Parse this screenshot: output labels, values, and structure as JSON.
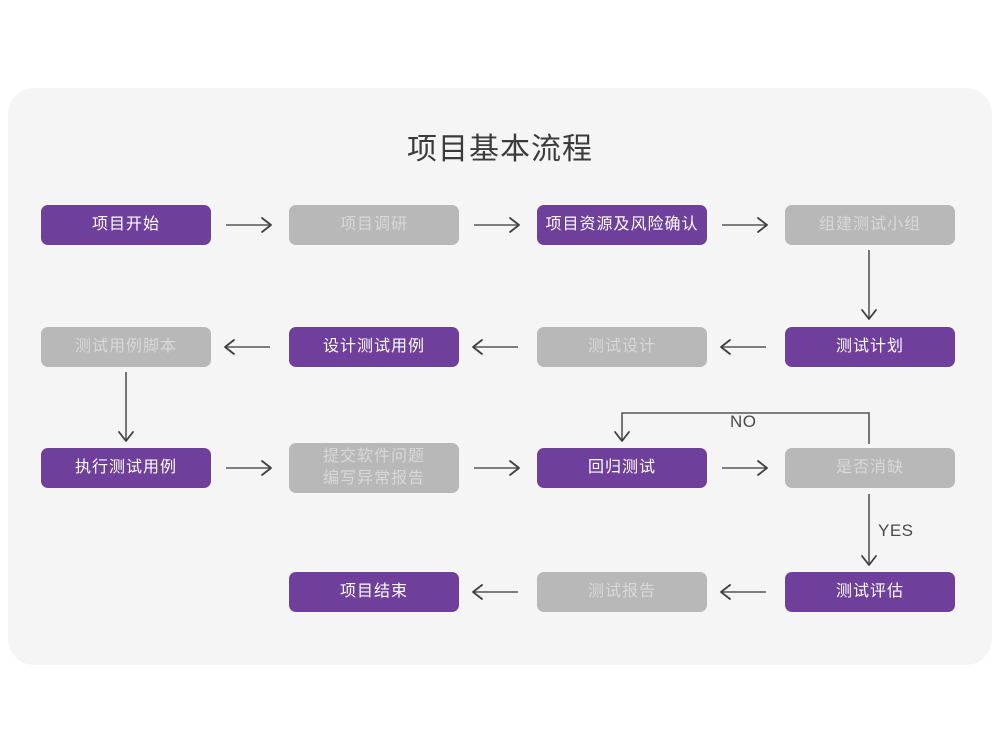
{
  "diagram": {
    "title": "项目基本流程",
    "theme": {
      "page_background": "#ffffff",
      "card_background": "#f5f5f5",
      "accent_purple": "#6f3f9c",
      "muted_gray": "#b8b8b8",
      "gray_text": "#d8d8d8",
      "purple_text": "#ffffff",
      "connector": "#575757",
      "title_color": "#3b3b3b"
    },
    "nodes": [
      {
        "id": "n1",
        "label": "项目开始",
        "style": "purple",
        "row": 1
      },
      {
        "id": "n2",
        "label": "项目调研",
        "style": "gray",
        "row": 1
      },
      {
        "id": "n3",
        "label": "项目资源及风险确认",
        "style": "purple",
        "row": 1
      },
      {
        "id": "n4",
        "label": "组建测试小组",
        "style": "gray",
        "row": 1
      },
      {
        "id": "n5",
        "label": "测试用例脚本",
        "style": "gray",
        "row": 2
      },
      {
        "id": "n6",
        "label": "设计测试用例",
        "style": "purple",
        "row": 2
      },
      {
        "id": "n7",
        "label": "测试设计",
        "style": "gray",
        "row": 2
      },
      {
        "id": "n8",
        "label": "测试计划",
        "style": "purple",
        "row": 2
      },
      {
        "id": "n9",
        "label": "执行测试用例",
        "style": "purple",
        "row": 3
      },
      {
        "id": "n10",
        "label": "提交软件问题\n编写异常报告",
        "style": "gray",
        "row": 3
      },
      {
        "id": "n11",
        "label": "回归测试",
        "style": "purple",
        "row": 3
      },
      {
        "id": "n12",
        "label": "是否消缺",
        "style": "gray",
        "row": 3
      },
      {
        "id": "n13",
        "label": "项目结束",
        "style": "purple",
        "row": 4
      },
      {
        "id": "n14",
        "label": "测试报告",
        "style": "gray",
        "row": 4
      },
      {
        "id": "n15",
        "label": "测试评估",
        "style": "purple",
        "row": 4
      }
    ],
    "edge_labels": {
      "no": "NO",
      "yes": "YES"
    },
    "edges": [
      {
        "from": "n1",
        "to": "n2",
        "dir": "right"
      },
      {
        "from": "n2",
        "to": "n3",
        "dir": "right"
      },
      {
        "from": "n3",
        "to": "n4",
        "dir": "right"
      },
      {
        "from": "n4",
        "to": "n8",
        "dir": "down"
      },
      {
        "from": "n8",
        "to": "n7",
        "dir": "left"
      },
      {
        "from": "n7",
        "to": "n6",
        "dir": "left"
      },
      {
        "from": "n6",
        "to": "n5",
        "dir": "left"
      },
      {
        "from": "n5",
        "to": "n9",
        "dir": "down"
      },
      {
        "from": "n9",
        "to": "n10",
        "dir": "right"
      },
      {
        "from": "n10",
        "to": "n11",
        "dir": "right"
      },
      {
        "from": "n11",
        "to": "n12",
        "dir": "right"
      },
      {
        "from": "n12",
        "to": "n11",
        "dir": "loop-up-left",
        "label": "NO"
      },
      {
        "from": "n12",
        "to": "n15",
        "dir": "down",
        "label": "YES"
      },
      {
        "from": "n15",
        "to": "n14",
        "dir": "left"
      },
      {
        "from": "n14",
        "to": "n13",
        "dir": "left"
      }
    ]
  }
}
